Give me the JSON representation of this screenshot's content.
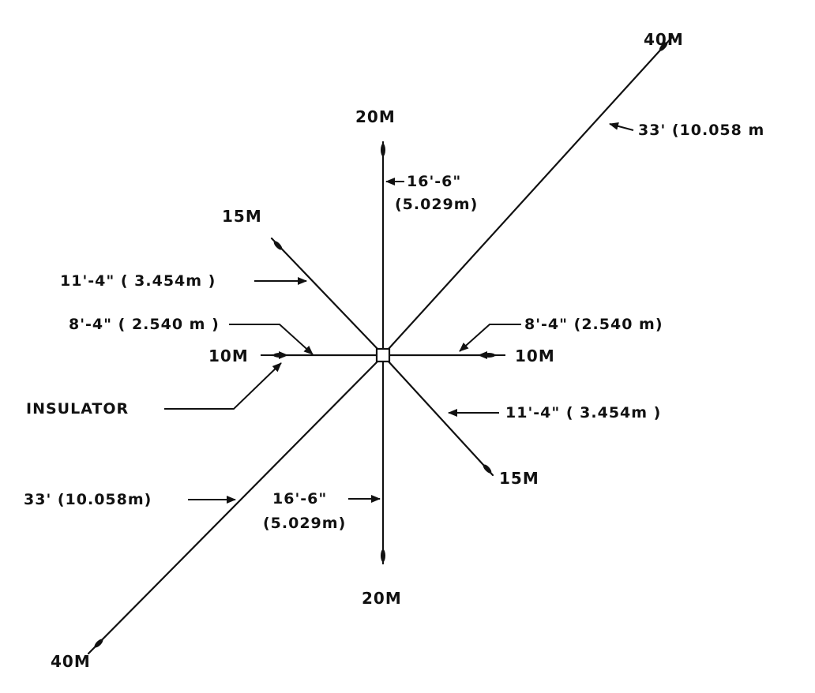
{
  "diagram": {
    "bands": {
      "m40_top": "40M",
      "m40_bottom": "40M",
      "m20_top": "20M",
      "m20_bottom": "20M",
      "m15_top": "15M",
      "m15_bottom": "15M",
      "m10_left": "10M",
      "m10_right": "10M"
    },
    "lengths": {
      "m40_upper": "33' (10.058 m",
      "m40_lower": "33' (10.058m)",
      "m20_upper_ft": "16'-6\"",
      "m20_upper_m": "(5.029m)",
      "m20_lower_ft": "16'-6\"",
      "m20_lower_m": "(5.029m)",
      "m15_upper": "11'-4\" ( 3.454m )",
      "m15_lower": "11'-4\" ( 3.454m )",
      "m10_left": "8'-4\" ( 2.540 m )",
      "m10_right": "8'-4\" (2.540 m)"
    },
    "insulator_label": "INSULATOR"
  }
}
